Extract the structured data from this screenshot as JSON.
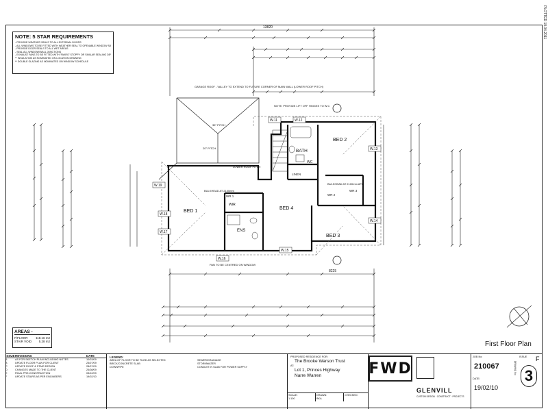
{
  "side_note": "PLOTTED 19.04.2011",
  "notes": {
    "title": "NOTE: 5 STAR REQUIREMENTS",
    "lines": [
      "- PROVIDE WEATHER SEALS TO ALL EXTERNAL DOORS",
      "- ALL WINDOWS TO BE FITTED WITH WEATHER SEAL TO OPENABLE WINDOW SASHES",
      "- PROVIDE DOOR SEALS TO ALL WET AREAS",
      "- SEAL ALL WINDOW/WALL JUNCTIONS",
      "- EXHAUST FANS TO BE FITTED WITH 'FAKRO' STOPPY OR SIMILAR SEALING DEVICE",
      "** INSULATION AS NOMINATED ON LOCATION DRAWING",
      "** DOUBLE GLAZING AS NOMINATED ON WINDOW SCHEDULE"
    ]
  },
  "areas": {
    "title": "AREAS -",
    "rows": [
      {
        "label": "F/FLOOR",
        "value": "118.16 m2"
      },
      {
        "label": "STAIR VOID",
        "value": "5.28 m2"
      }
    ]
  },
  "plan_title": "First Floor Plan",
  "rooms": {
    "bed1": "BED 1",
    "bed2": "BED 2",
    "bed3": "BED 3",
    "bed4": "BED 4",
    "bath": "BATH",
    "ens": "ENS",
    "wir": "WIR",
    "wc": "WC",
    "linen": "LINEN",
    "wr1": "WR 1",
    "wr2": "WR 2",
    "wr3": "WR 3"
  },
  "windows": [
    "W.11",
    "W.12",
    "W.13",
    "W.14",
    "W.15",
    "W.16",
    "W.17",
    "W.18",
    "W.19"
  ],
  "annotations": {
    "garage_roof": "GARAGE ROOF - VALLEY TO EXTEND TO FUTURE CORNER OF MAIN WALL (LOWER ROOF PITCH)",
    "lower_roof": "LOWER ROOF PITCH",
    "pitch": "35° PITCH",
    "pitch2": "20° PITCH",
    "lift_off": "NOTE: PROVIDE LIFT OFF HINGES TO W.C",
    "bulkhead": "BULKHEAD AT 2100mm",
    "bulkhead2": "BULKHEAD AT 2100mm AFL",
    "pan": "PAN TO BE CENTRED ON WINDOW",
    "dim_total": "13820",
    "dim_bottom": "8225"
  },
  "title_block": {
    "issue_header": "ISSUE",
    "rev_header": "REVISIONS",
    "date_header": "DATE",
    "revisions": [
      {
        "issue": "A",
        "desc": "AS FOR SKETCH PLAN INCLUDING NOTES",
        "date": "10/03/09"
      },
      {
        "issue": "B",
        "desc": "UPDATE FLOOR PLAN FOR CLIENT",
        "date": "23/07/09"
      },
      {
        "issue": "C",
        "desc": "UPDATE ROOF & STAIR DESIGN",
        "date": "28/07/09"
      },
      {
        "issue": "D",
        "desc": "CHANGES MADE TO THE CLIENT",
        "date": "24/08/09"
      },
      {
        "issue": "E",
        "desc": "FINAL PRE-CONSTRUCTION",
        "date": "03/12/09"
      },
      {
        "issue": "F",
        "desc": "UPDATE STAIRS AS PER ENGINEERS",
        "date": "19/02/10"
      }
    ],
    "legend_header": "LEGEND:",
    "legend_items": [
      "AREA OF FLOOR TO BE TILED AS SELECTED",
      "BRICK/CONCRETE SLAB",
      "DOWNPIPE",
      "SEWER/DRAINAGE",
      "STORMWATER",
      "CONDUIT IN SLAB FOR POWER SUPPLY"
    ],
    "proposed_label": "PROPOSED RESIDENCE FOR:",
    "client": "The Brooke Warson Trust",
    "at_label": "AT:",
    "address1": "Lot 1, Princes Highway",
    "address2": "Narre Warren",
    "scale_label": "SCALE:",
    "scale": "1:100",
    "drawn_label": "DRAWN:",
    "drawn": "BKA",
    "checked_label": "CHECKED:",
    "fwd_logo": "FWD",
    "company": "GLENVILL",
    "company_sub": "CUSTOM DESIGN · CONSTRUCT · PROJECTS",
    "job_label": "JOB No:",
    "job_no": "210067",
    "issue_label": "ISSUE",
    "issue": "F",
    "drawing_label": "DRAWING No:",
    "drawing_no": "3",
    "date_label": "DATE:",
    "date": "19/02/10"
  }
}
